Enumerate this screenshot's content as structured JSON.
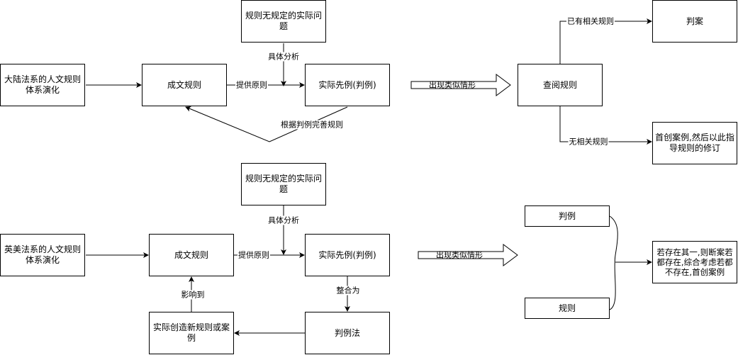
{
  "top": {
    "problem": "规则无规定的实际问题",
    "origin": "大陆法系的人文规则体系演化",
    "written_rules": "成文规则",
    "precedent": "实际先例(判例)",
    "lookup": "查阅规则",
    "judgment": "判案",
    "new_case": "首创案例,然后以此指导规则的修订",
    "label_analysis": "具体分析",
    "label_principle": "提供原则",
    "label_improve": "根据判例完善规则",
    "label_similar": "出现类似情形",
    "label_has_rule": "已有相关规则",
    "label_no_rule": "无相关规则"
  },
  "bottom": {
    "problem": "规则无规定的实际问题",
    "origin": "英美法系的人文规则体系演化",
    "written_rules": "成文规则",
    "precedent": "实际先例(判例)",
    "case_law": "判例法",
    "create_new": "实际创造新规则或案例",
    "case": "判例",
    "rule": "规则",
    "decision": "若存在其一,则断案若都存在,综合考虑若都不存在,首创案例",
    "label_analysis": "具体分析",
    "label_principle": "提供原则",
    "label_merge": "整合为",
    "label_affects": "影响到",
    "label_similar": "出现类似情形"
  }
}
